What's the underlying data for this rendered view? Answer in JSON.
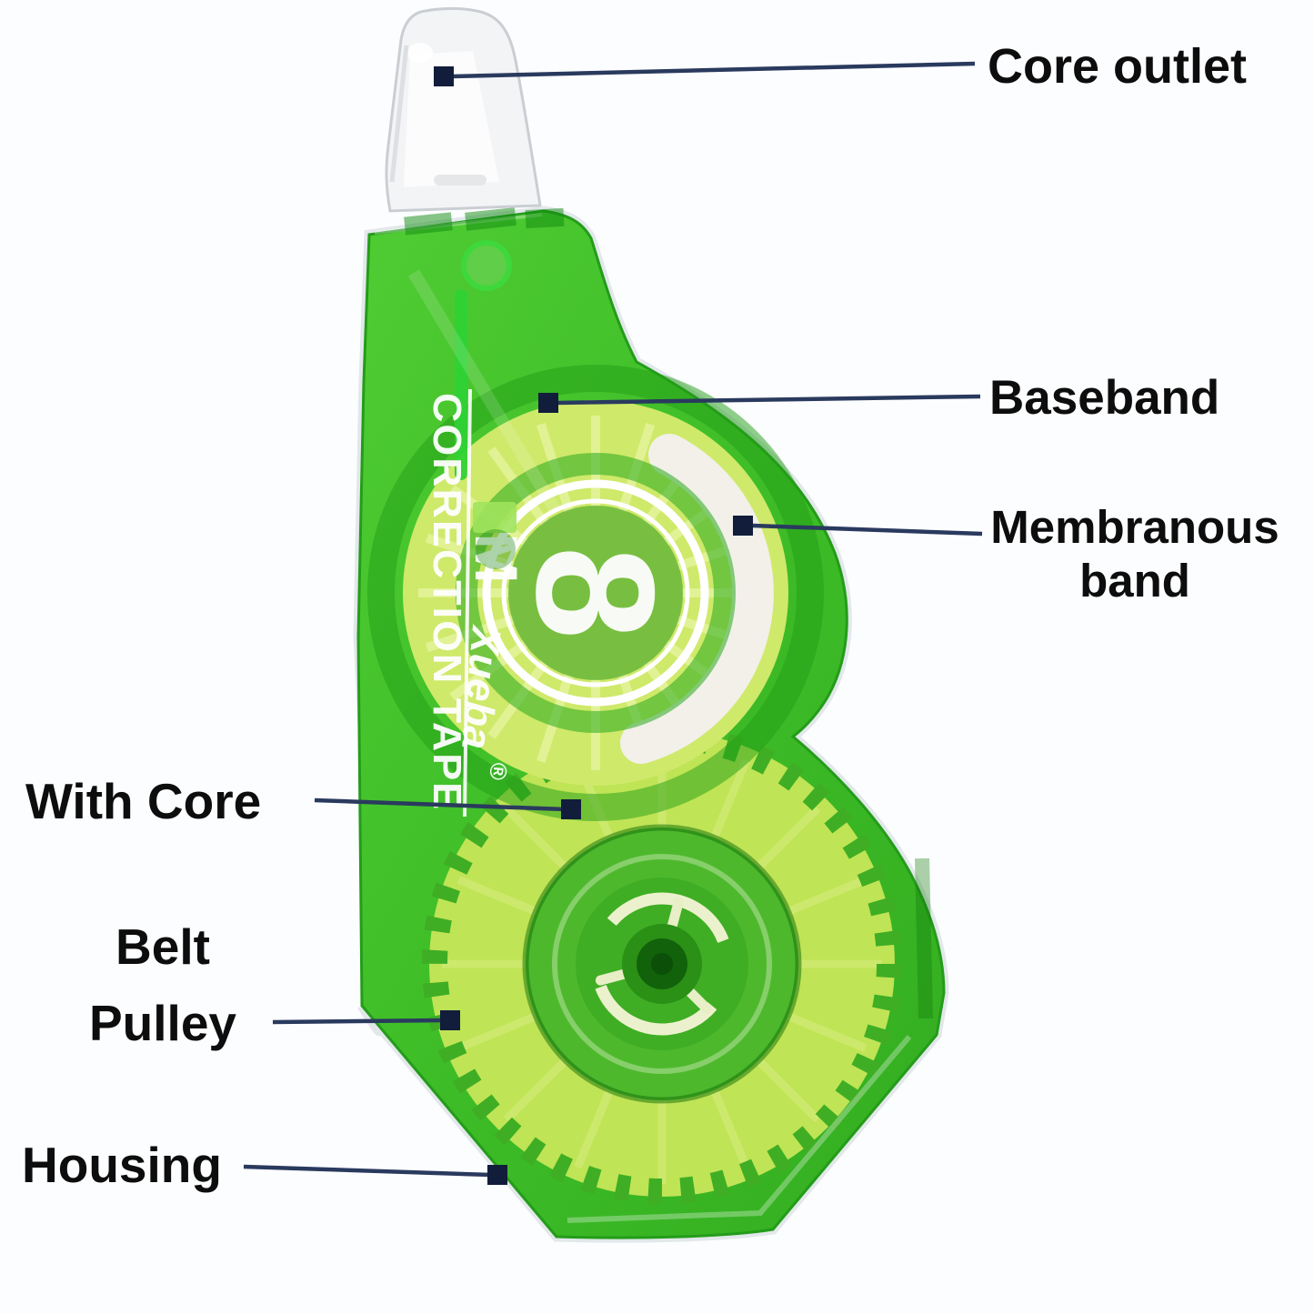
{
  "device": {
    "side_text": "CORRECTION TAPE",
    "brand": "Xueba",
    "registered_mark": "®",
    "tape_length_value": "8",
    "tape_length_unit": "M"
  },
  "labels": {
    "core_outlet": "Core outlet",
    "baseband": "Baseband",
    "membranous_band": "Membranous band",
    "with_core": "With Core",
    "belt_pulley": "Belt Pulley",
    "housing": "Housing"
  },
  "colors": {
    "background": "#fcfdfe",
    "label_text": "#0d0d0d",
    "leader_line": "#2a3a5e",
    "leader_marker": "#111d3a",
    "housing_green": "#41bf2a",
    "housing_green_dark": "#249c1a",
    "housing_rim": "#e2e8ea",
    "reel_lime": "#cfe96a",
    "reel_spoke": "#e7f6a2",
    "gear_lime": "#bfe455",
    "gear_notch_green": "#3fae24",
    "inner_green": "#44b42a",
    "hub_cream": "#ecf1cd",
    "hub_dark": "#11620b",
    "tip_body": "#f3f4f6",
    "tip_edge": "#c9cdd2",
    "membranous_white": "#f2f0e9",
    "device_text": "#ffffff"
  }
}
